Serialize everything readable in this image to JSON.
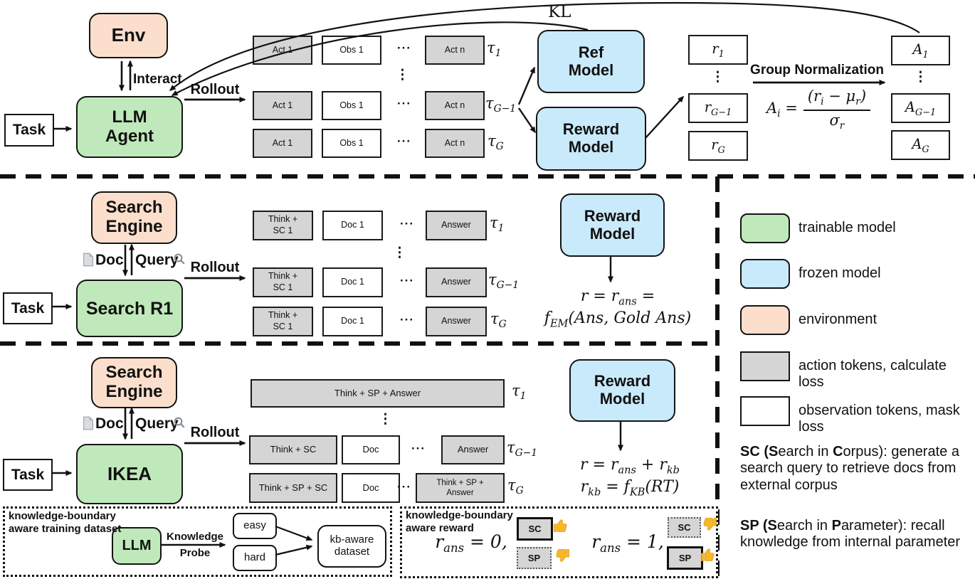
{
  "colors": {
    "trainable_model": "#bfe9ba",
    "frozen_model": "#c9eafa",
    "environment": "#fbdfcc",
    "action_tokens": "#d5d5d5",
    "observation_tokens": "#ffffff",
    "line": "#111111",
    "thumb": "#f7b728"
  },
  "top": {
    "env": "Env",
    "interact": "Interact",
    "task": "Task",
    "agent_html": "LLM<br>Agent",
    "rollout": "Rollout",
    "kl": "KL",
    "rows": [
      {
        "c1": "Act 1",
        "c2": "Obs 1",
        "dots": "···",
        "c3": "Act n",
        "tau_html": "<i>τ<sub>1</sub></i>"
      },
      {
        "c1": "Act 1",
        "c2": "Obs 1",
        "dots": "···",
        "c3": "Act n",
        "tau_html": "<i>τ<sub>G−1</sub></i>"
      },
      {
        "c1": "Act 1",
        "c2": "Obs 1",
        "dots": "···",
        "c3": "Act n",
        "tau_html": "<i>τ<sub>G</sub></i>"
      }
    ],
    "vdots": "⋮",
    "ref_model_html": "Ref<br>Model",
    "reward_model_html": "Reward<br>Model",
    "rewards": [
      {
        "html": "<i>r<sub>1</sub></i>"
      },
      {
        "html": "<i>r<sub>G−1</sub></i>"
      },
      {
        "html": "<i>r<sub>G</sub></i>"
      }
    ],
    "rewards_vdots": "⋮",
    "group_normalization": "Group Normalization",
    "adv_lhs_html": "<i>A<sub>i</sub></i> =",
    "adv_num_html": "(<i>r<sub>i</sub></i> − <i>μ<sub>r</sub></i>)",
    "adv_den_html": "<i>σ<sub>r</sub></i>",
    "advantages": [
      {
        "html": "<i>A<sub>1</sub></i>"
      },
      {
        "html": "<i>A<sub>G−1</sub></i>"
      },
      {
        "html": "<i>A<sub>G</sub></i>"
      }
    ],
    "advantages_vdots": "⋮"
  },
  "middle": {
    "engine_html": "Search<br>Engine",
    "doc": "Doc",
    "query": "Query",
    "task": "Task",
    "model": "Search R1",
    "rollout": "Rollout",
    "rows": [
      {
        "c1_html": "Think +<br>SC 1",
        "c2": "Doc 1",
        "dots": "···",
        "c3": "Answer",
        "tau_html": "<i>τ<sub>1</sub></i>"
      },
      {
        "c1_html": "Think +<br>SC 1",
        "c2": "Doc 1",
        "dots": "···",
        "c3": "Answer",
        "tau_html": "<i>τ<sub>G−1</sub></i>"
      },
      {
        "c1_html": "Think +<br>SC 1",
        "c2": "Doc 1",
        "dots": "···",
        "c3": "Answer",
        "tau_html": "<i>τ<sub>G</sub></i>"
      }
    ],
    "vdots": "⋮",
    "reward_model_html": "Reward<br>Model",
    "formula_line1_html": "r = r<sub>ans</sub> =",
    "formula_line2_html": "f<sub>EM</sub>(Ans, Gold Ans)"
  },
  "bottom": {
    "engine_html": "Search<br>Engine",
    "doc": "Doc",
    "query": "Query",
    "task": "Task",
    "model": "IKEA",
    "rollout": "Rollout",
    "row1": {
      "c1": "Think + SP + Answer",
      "tau_html": "<i>τ<sub>1</sub></i>"
    },
    "vdots": "⋮",
    "row2": {
      "c1": "Think + SC",
      "c2": "Doc",
      "dots": "···",
      "c3": "Answer",
      "tau_html": "<i>τ<sub>G−1</sub></i>"
    },
    "row3": {
      "c1": "Think + SP + SC",
      "c2": "Doc",
      "dots": "···",
      "c3_html": "Think + SP +<br>Answer",
      "tau_html": "<i>τ<sub>G</sub></i>"
    },
    "reward_model_html": "Reward<br>Model",
    "formula_line1_html": "r = r<sub>ans</sub> + r<sub>kb</sub>",
    "formula_line2_html": "r<sub>kb</sub> = f<sub>KB</sub>(RT)"
  },
  "inset_dataset": {
    "title_html": "knowledge-boundary<br>aware training dataset",
    "llm": "LLM",
    "knowledge": "Knowledge",
    "probe": "Probe",
    "easy": "easy",
    "hard": "hard",
    "kb_html": "kb-aware<br>dataset"
  },
  "inset_reward": {
    "title_html": "knowledge-boundary<br>aware reward",
    "case0_html": "r<sub>ans</sub> = 0,",
    "case1_html": "r<sub>ans</sub> = 1,",
    "sc": "SC",
    "sp": "SP"
  },
  "legend": {
    "items": [
      {
        "label": "trainable model"
      },
      {
        "label": "frozen model"
      },
      {
        "label": "environment"
      },
      {
        "label": "action tokens, calculate loss"
      },
      {
        "label": "observation tokens, mask loss"
      }
    ],
    "sc_note_html": "<b>SC (S</b>earch in <b>C</b>orpus): generate a<br>search query to retrieve docs from<br>external corpus",
    "sp_note_html": "<b>SP (S</b>earch in <b>P</b>arameter): recall<br>knowledge from internal parameter"
  }
}
